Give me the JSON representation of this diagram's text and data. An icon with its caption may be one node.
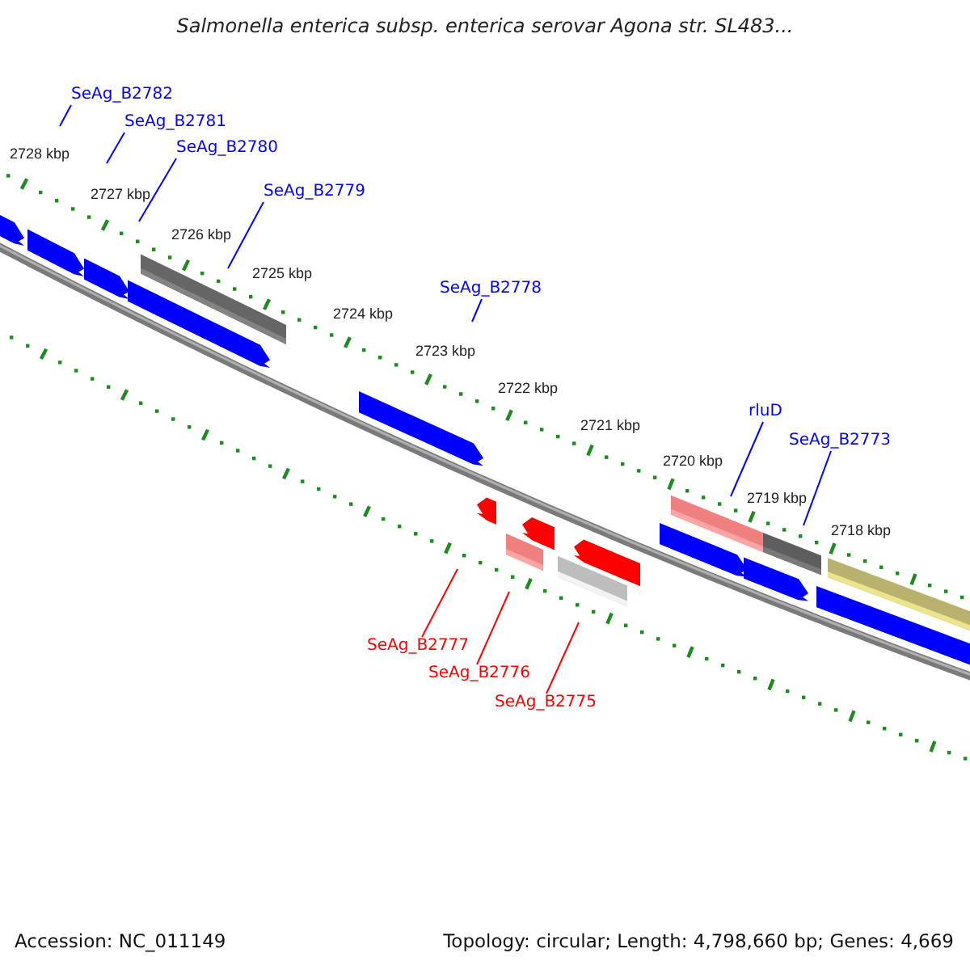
{
  "diagram": {
    "title": "Salmonella enterica subsp. enterica serovar Agona str. SL483...",
    "nodes": [
      {
        "text": [
          "SeAg_B2782"
        ]
      },
      {
        "text": [
          "SeAg_B2781"
        ]
      },
      {
        "text": [
          "SeAg_B2780"
        ]
      },
      {
        "text": [
          "SeAg_B2779"
        ]
      },
      {
        "text": [
          "SeAg_B2778"
        ]
      },
      {
        "text": [
          "rluD"
        ]
      },
      {
        "text": [
          "SeAg_B2773"
        ]
      },
      {
        "text": [
          "SeAg_B2777"
        ]
      },
      {
        "text": [
          "SeAg_B2776"
        ]
      },
      {
        "text": [
          "SeAg_B2775"
        ]
      }
    ],
    "edges": [
      {
        "from": 0,
        "to": null,
        "arrow": "none"
      },
      {
        "from": 1,
        "to": null,
        "arrow": "none"
      },
      {
        "from": 2,
        "to": null,
        "arrow": "none"
      },
      {
        "from": 3,
        "to": null,
        "arrow": "none"
      },
      {
        "from": 4,
        "to": null,
        "arrow": "none"
      },
      {
        "from": 5,
        "to": null,
        "arrow": "none"
      },
      {
        "from": 6,
        "to": null,
        "arrow": "none"
      },
      {
        "from": 7,
        "to": null,
        "arrow": "none",
        "color": "#ff0000"
      },
      {
        "from": 8,
        "to": null,
        "arrow": "none",
        "color": "#ff0000"
      },
      {
        "from": 9,
        "to": null,
        "arrow": "none",
        "color": "#ff0000"
      }
    ],
    "labels": [
      "2728 kbp",
      "2727 kbp",
      "2726 kbp",
      "2725 kbp",
      "2724 kbp",
      "2723 kbp",
      "2722 kbp",
      "2721 kbp",
      "2720 kbp",
      "2719 kbp",
      "2718 kbp",
      "Accession: NC_011149",
      "Topology: circular; Length: 4,798,660 bp; Genes: 4,669"
    ]
  }
}
